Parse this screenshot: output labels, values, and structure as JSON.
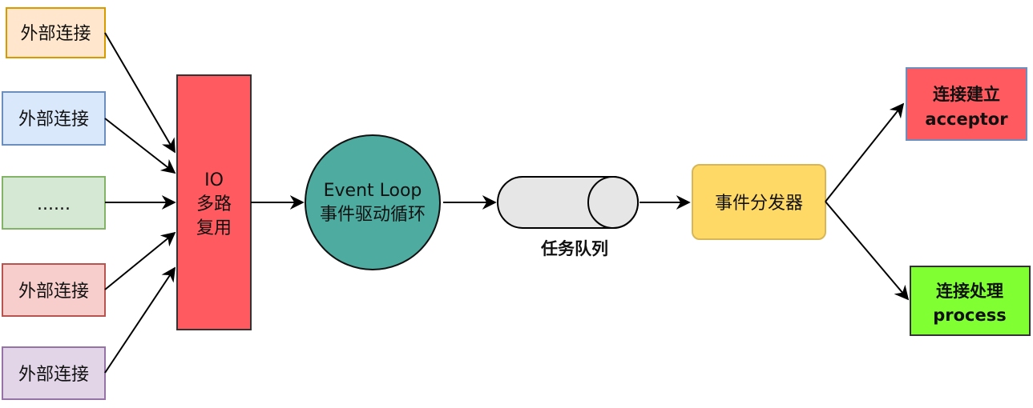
{
  "inputs": [
    {
      "label": "外部连接",
      "fill": "#ffe6cc",
      "stroke": "#d79b00"
    },
    {
      "label": "外部连接",
      "fill": "#dae8fc",
      "stroke": "#6c8ebf"
    },
    {
      "label": "......",
      "fill": "#d5e8d4",
      "stroke": "#82b366"
    },
    {
      "label": "外部连接",
      "fill": "#f8cecc",
      "stroke": "#b85450"
    },
    {
      "label": "外部连接",
      "fill": "#e1d5e7",
      "stroke": "#9673a6"
    }
  ],
  "mux": {
    "line1": "IO",
    "line2": "多路",
    "line3": "复用",
    "fill": "#ff5a5f",
    "stroke": "#333333"
  },
  "event_loop": {
    "line1": "Event Loop",
    "line2": "事件驱动循环",
    "fill": "#4eaba0",
    "stroke": "#111111"
  },
  "queue": {
    "label": "任务队列",
    "fill": "#e6e6e6"
  },
  "dispatcher": {
    "label": "事件分发器",
    "fill": "#ffd966",
    "stroke": "#d6b656"
  },
  "acceptor": {
    "line1": "连接建立",
    "line2": "acceptor",
    "fill": "#ff5a5f",
    "stroke": "#6c8ebf"
  },
  "process": {
    "line1": "连接处理",
    "line2": "process",
    "fill": "#80ff33",
    "stroke": "#333333"
  }
}
